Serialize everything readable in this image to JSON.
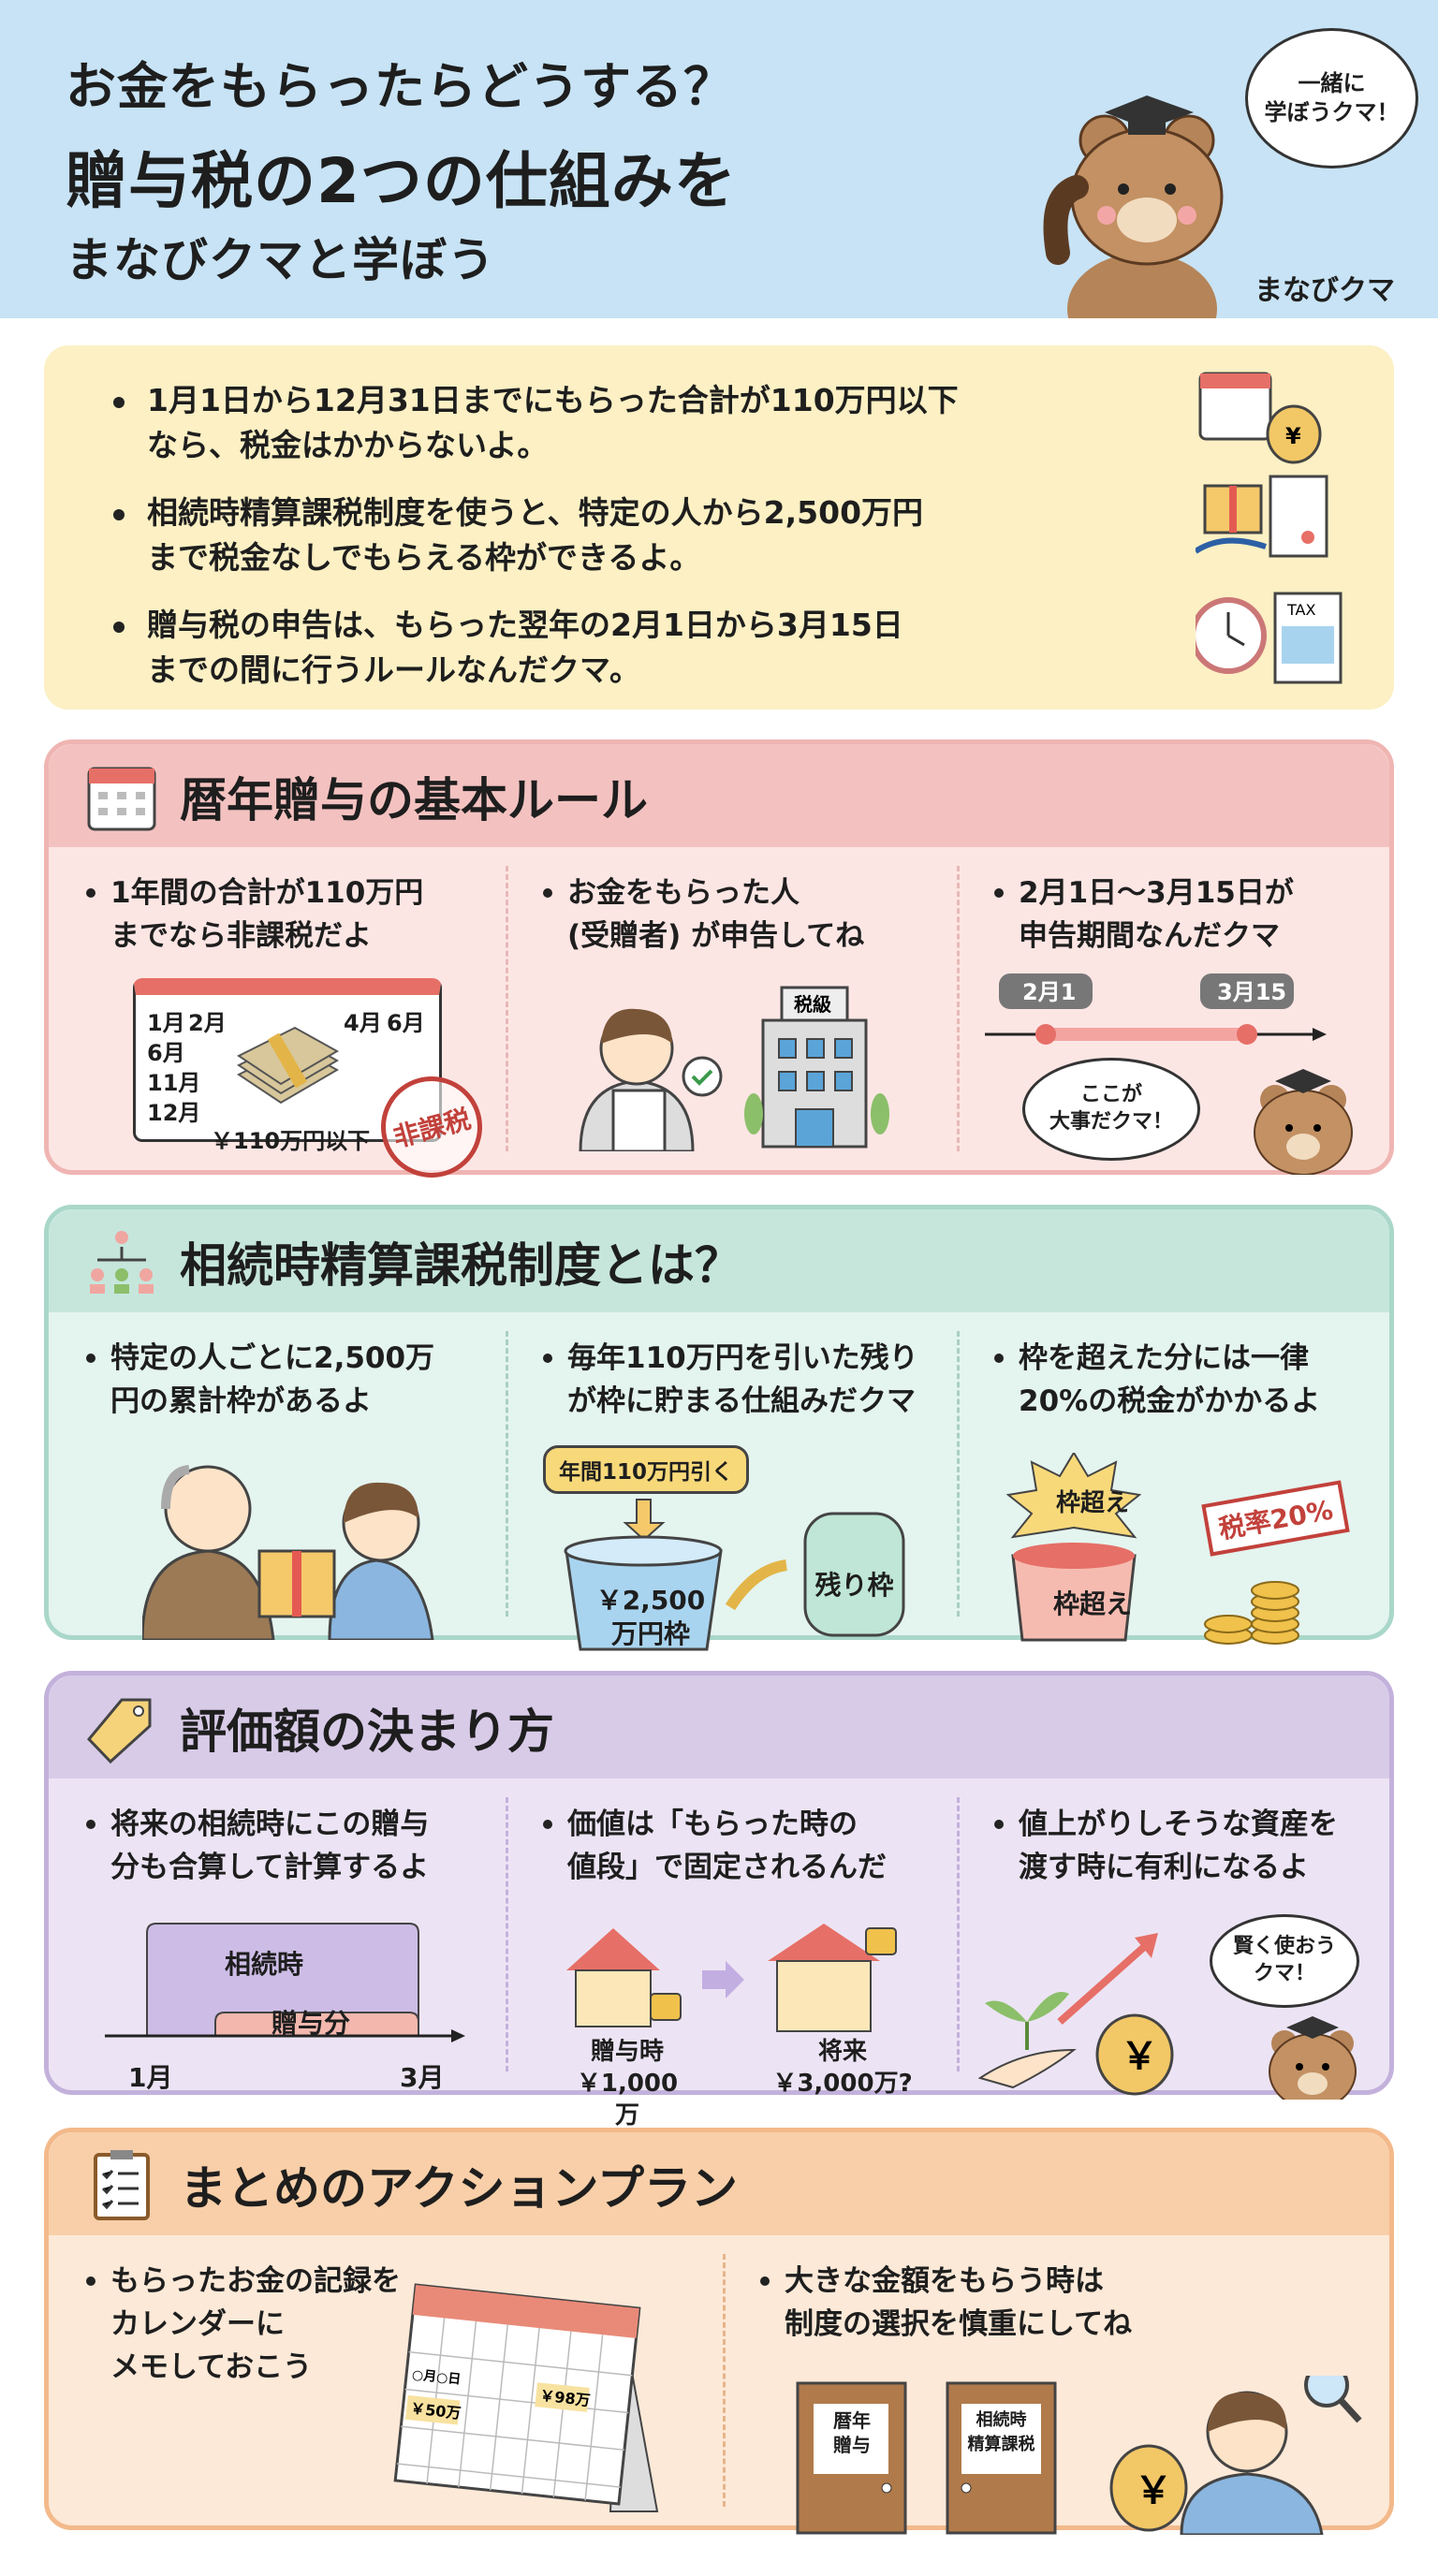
{
  "header": {
    "line1": "お金をもらったらどうする？",
    "line2": "贈与税の2つの仕組みを",
    "line3": "まなびクマと学ぼう",
    "bubble": "一緒に\n学ぼうクマ！",
    "bubble_l1": "一緒に",
    "bubble_l2": "学ぼうクマ！",
    "mascot_name": "まなびクマ"
  },
  "summary": {
    "items": [
      {
        "l1": "1月1日から12月31日までにもらった合計が110万円以下",
        "l2": "なら、税金はかからないよ。",
        "icon": "calendar-moneybag-icon"
      },
      {
        "l1": "相続時精算課税制度を使うと、特定の人から2,500万円",
        "l2": "まで税金なしでもらえる枠ができるよ。",
        "icon": "gift-document-icon"
      },
      {
        "l1": "贈与税の申告は、もらった翌年の2月1日から3月15日",
        "l2": "までの間に行うルールなんだクマ。",
        "icon": "clock-tax-form-icon",
        "tax_label": "TAX"
      }
    ]
  },
  "sections": [
    {
      "title": "暦年贈与の基本ルール",
      "color": "#f3c2c0",
      "bg": "#fce6e4",
      "border": "#efb5b2",
      "icon": "calendar-icon",
      "cols": [
        {
          "l1": "1年間の合計が110万円",
          "l2": "までなら非課税だよ",
          "months": [
            "1月",
            "2月",
            "4月",
            "6月",
            "6月",
            "11月",
            "12月"
          ],
          "amount": "￥110万円以下",
          "stamp": "非課税"
        },
        {
          "l1": "お金をもらった人",
          "l2": "(受贈者) が申告してね",
          "office": "税級"
        },
        {
          "l1": "2月1日～3月15日が",
          "l2": "申告期間なんだクマ",
          "start": "2月1",
          "end": "3月15",
          "bubble_l1": "ここが",
          "bubble_l2": "大事だクマ！"
        }
      ]
    },
    {
      "title": "相続時精算課税制度とは？",
      "color": "#c6e6dc",
      "bg": "#e4f4ef",
      "border": "#a9d7c9",
      "icon": "family-tree-icon",
      "cols": [
        {
          "l1": "特定の人ごとに2,500万",
          "l2": "円の累計枠があるよ"
        },
        {
          "l1": "毎年110万円を引いた残り",
          "l2": "が枠に貯まる仕組みだクマ",
          "tag": "年間110万円引く",
          "bucket_l1": "￥2,500",
          "bucket_l2": "万円枠",
          "remain": "残り枠"
        },
        {
          "l1": "枠を超えた分には一律",
          "l2": "20%の税金がかかるよ",
          "burst": "枠超え",
          "pot": "枠超え",
          "stamp": "税率20%"
        }
      ]
    },
    {
      "title": "評価額の決まり方",
      "color": "#d8cbe8",
      "bg": "#ece4f4",
      "border": "#c3b1dc",
      "icon": "price-tag-icon",
      "cols": [
        {
          "l1": "将来の相続時にこの贈与",
          "l2": "分も合算して計算するよ",
          "outer": "相続時",
          "inner": "贈与分",
          "x_start": "1月",
          "x_end": "3月"
        },
        {
          "l1": "価値は「もらった時の",
          "l2": "値段」で固定されるんだ",
          "now_l1": "贈与時",
          "now_l2": "￥1,000万",
          "future_l1": "将来",
          "future_l2": "￥3,000万?"
        },
        {
          "l1": "値上がりしそうな資産を",
          "l2": "渡す時に有利になるよ",
          "bubble_l1": "賢く使おう",
          "bubble_l2": "クマ！",
          "bag": "￥"
        }
      ]
    },
    {
      "title": "まとめのアクションプラン",
      "color": "#f8cfa8",
      "bg": "#fde9d8",
      "border": "#f3b98a",
      "icon": "clipboard-checklist-icon",
      "cols": [
        {
          "l1": "もらったお金の記録を",
          "l2": "カレンダーに",
          "l3": "メモしておこう",
          "memo1": "○月○日",
          "memo2": "￥50万",
          "memo3": "￥98万"
        },
        {
          "l1": "大きな金額をもらう時は",
          "l2": "制度の選択を慎重にしてね",
          "door1_l1": "暦年",
          "door1_l2": "贈与",
          "door2_l1": "相続時",
          "door2_l2": "精算課税",
          "bag": "￥"
        }
      ]
    }
  ]
}
